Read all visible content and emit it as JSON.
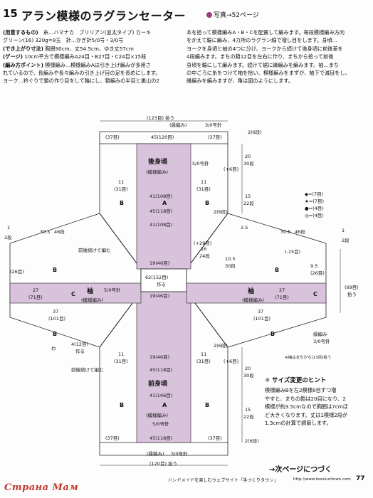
{
  "header": {
    "number": "15",
    "title": "アラン模様のラグランセーター",
    "photo_ref": "写真→52ページ"
  },
  "instructions_left": [
    {
      "bold": "(用意するもの)",
      "text": "　糸…ハマナカ　ブリリアン(並太タイプ) カーキ"
    },
    {
      "bold": "",
      "text": "グリーン(16) 320g=8玉　針…かぎ針5/0号・3/0号"
    },
    {
      "bold": "(でき上がり寸法)",
      "text": " 胸囲90cm、丈54.5cm、ゆき丈57cm"
    },
    {
      "bold": "(ゲージ)",
      "text": " 10cm平方で模様編みA24目・B27目・C24目×15段"
    },
    {
      "bold": "(編み方ポイント)",
      "text": " 模様編み…模様編みAは引き上げ編みが多用さ"
    },
    {
      "bold": "",
      "text": "れているので、長編みや長々編みの引き上げ目の足を長めにします。"
    },
    {
      "bold": "",
      "text": "ヨーク…衿ぐりで鎖の作り目をして輪にし、鎖編みの半目と裏山の2"
    }
  ],
  "instructions_right": [
    "本を拾って模様編みA・B・Cを配置して編みます。毎段模様編み方向",
    "をかえて輪に編み、4カ所のラグラン線で増し目をします。身頃…",
    "ヨークを身頃と袖の4つに分け、ヨークから続けて後身頃に前後差を",
    "4段編みます。まちの鎖12目を左右に作り、まちから拾って前後",
    "身頃を輪にして編みます。続けて裾に縁編みを編みます。袖…まち",
    "の中ごろに糸をつけて袖を拾い、模様編みをまずが、袖下で減目をし、",
    "縁編みを編みますが、角は図のようにします。"
  ],
  "schematic": {
    "top_pickup": "(123目) 拾う",
    "top_border": "(縁編み)",
    "top_needle": "3/0号針",
    "back_title": "後身頃",
    "back_pattern": "(模様編み)",
    "back_needle": "5/0号針",
    "front_title": "前身頃",
    "front_pattern": "(模様編み)",
    "front_needle": "5/0号針",
    "sleeve_title": "袖",
    "sleeve_pattern": "(模様編み)",
    "sleeve_needle": "5/0号針",
    "neck_cast": "62(152目)",
    "neck_cast2": "作る",
    "bottom_pickup": "(120目) 拾う",
    "bottom_border": "(縁編み)",
    "bottom_needle": "3/0号針",
    "w_45_120": "45(120目)",
    "w_45_118": "45(118目)",
    "w_41_108": "41(108目)",
    "w_41_106": "41(106目)",
    "w_19_46": "19(46目)",
    "w_37": "(37目)",
    "w_11": "11",
    "w_31": "(31目)",
    "letter_a": "A",
    "letter_b": "B",
    "letter_c": "C",
    "r_2_6": "2(6段)",
    "r_4_12": "4(12目)",
    "r_4_12_make": "作る",
    "r_20_30": "20",
    "r_30dan": "30段",
    "r_plus6": "(+6目)",
    "r_15_22": "15",
    "r_22dan": "22段",
    "r_16_24": "16",
    "r_24dan": "24段",
    "r_plus29": "(+29目)",
    "r_10_5": "10.5",
    "r_30_dan": "30段",
    "r_minus15": "(-15目)",
    "r_9_5": "9.5",
    "r_26": "(26目)",
    "r_27": "27",
    "r_71": "(71目)",
    "r_37": "37",
    "r_101": "(101目)",
    "r_69": "(69目)",
    "r_69_pick": "拾う",
    "r_30_5": "30.5",
    "r_46dan": "46段",
    "r_2_5": "2.5",
    "r_1": "1",
    "r_2dan": "2段",
    "r_sleeve_border": "縁編み",
    "r_sleeve_needle": "3/0号針",
    "r_note": "※袖はまちから(13目)拾う",
    "r_wa": "わ",
    "r_contd": "前後続けて編む",
    "legend": [
      "◆=(7目)",
      "★=(7目)",
      "●=(4目)",
      "◎=(4目)"
    ]
  },
  "hint": {
    "title": "サイズ変更のヒント",
    "lines": [
      "模様編みBを左2模様8目ずつ増",
      "やすと、まちの鎖は20目になり、2",
      "模様が約3.5cmなので胸囲は7cmほ",
      "ど大きくなります。丈は1模様2段が",
      "1.3cmの計算で調節します。"
    ]
  },
  "footer": {
    "next": "→次ページにつづく",
    "site": "ハンドメイドを楽しむウェブサイト「手づくりタウン」",
    "url": "http://www.tezukuritown.com",
    "page": "77"
  },
  "watermark": "Страна Мам",
  "colors": {
    "panel": "#d9c3dc",
    "line": "#222222",
    "accent": "#9b3f7a"
  }
}
